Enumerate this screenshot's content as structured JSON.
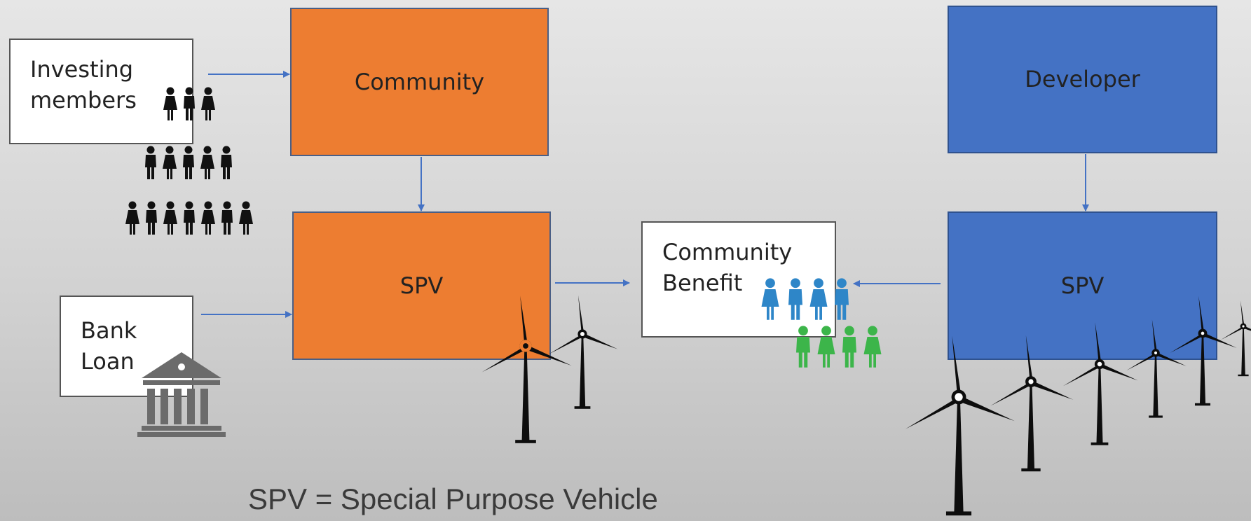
{
  "nodes": {
    "investing_members": "Investing\nmembers",
    "community": "Community",
    "developer": "Developer",
    "bank_loan": "Bank\nLoan",
    "spv_community": "SPV",
    "community_benefit": "Community\nBenefit",
    "spv_developer": "SPV"
  },
  "caption": "SPV = Special Purpose Vehicle",
  "edges": [
    {
      "from": "Investing members",
      "to": "Community"
    },
    {
      "from": "Community",
      "to": "SPV (community)"
    },
    {
      "from": "Bank Loan",
      "to": "SPV (community)"
    },
    {
      "from": "SPV (community)",
      "to": "Community Benefit"
    },
    {
      "from": "SPV (developer)",
      "to": "Community Benefit"
    },
    {
      "from": "Developer",
      "to": "SPV (developer)"
    }
  ],
  "colors": {
    "community_fill": "#ED7D31",
    "developer_fill": "#4472C4",
    "arrow": "#4472C4",
    "people_black": "#111111",
    "people_blue": "#2E86C8",
    "people_green": "#3CB54A",
    "bank_icon": "#6b6b6b",
    "turbine": "#0d0d0d"
  },
  "icons": [
    "people-pyramid-icon",
    "bank-icon",
    "people-blue-icon",
    "people-green-icon",
    "wind-turbine-icon"
  ]
}
